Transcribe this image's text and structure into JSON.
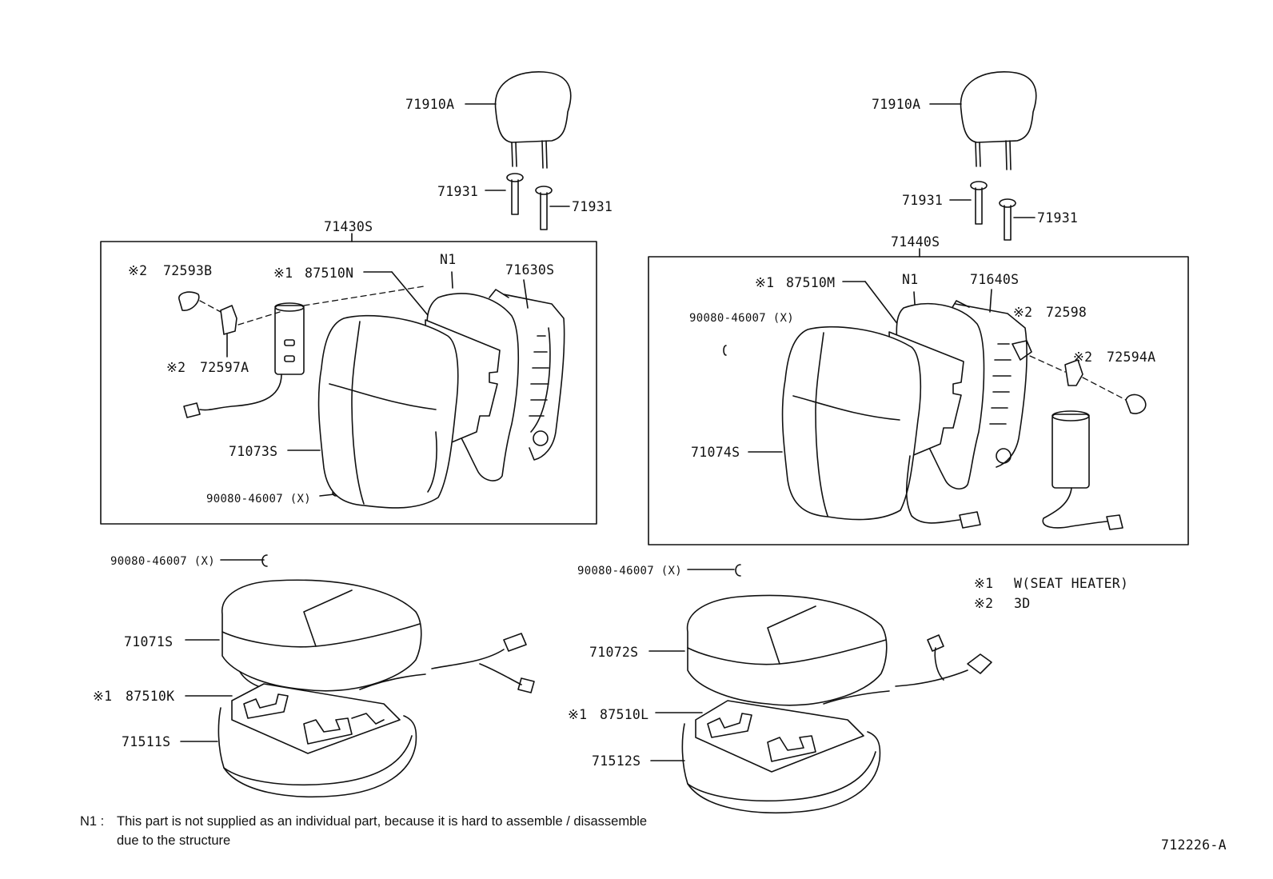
{
  "diagram": {
    "left_seat": {
      "headrest": "71910A",
      "support_a": "71931",
      "support_b": "71931",
      "assembly": "71430S",
      "side_cover_b": "72593B",
      "side_cover_b_mark": "※2",
      "heater_back": "87510N",
      "heater_back_mark": "※1",
      "pad_note_ref": "N1",
      "frame": "71630S",
      "side_cover_a": "72597A",
      "side_cover_a_mark": "※2",
      "back_cover": "71073S",
      "hog_ring_back": "90080-46007 (X)",
      "hog_ring_cushion": "90080-46007 (X)",
      "cushion_cover": "71071S",
      "heater_cushion": "87510K",
      "heater_cushion_mark": "※1",
      "cushion_pad": "71511S"
    },
    "right_seat": {
      "headrest": "71910A",
      "support_a": "71931",
      "support_b": "71931",
      "assembly": "71440S",
      "heater_back": "87510M",
      "heater_back_mark": "※1",
      "pad_note_ref": "N1",
      "frame": "71640S",
      "side_cover": "72598",
      "side_cover_mark": "※2",
      "hog_ring_back": "90080-46007 (X)",
      "side_cover_a": "72594A",
      "side_cover_a_mark": "※2",
      "back_cover": "71074S",
      "hog_ring_cushion": "90080-46007 (X)",
      "cushion_cover": "71072S",
      "heater_cushion": "87510L",
      "heater_cushion_mark": "※1",
      "cushion_pad": "71512S"
    },
    "legend": [
      {
        "mark": "※1",
        "text": "W(SEAT HEATER)"
      },
      {
        "mark": "※2",
        "text": "3D"
      }
    ],
    "footnote": {
      "ref": "N1 :",
      "line1": "This part is not supplied as an individual part, because it is hard to assemble / disassemble",
      "line2": "due to the structure"
    },
    "figure_id": "712226-A"
  }
}
